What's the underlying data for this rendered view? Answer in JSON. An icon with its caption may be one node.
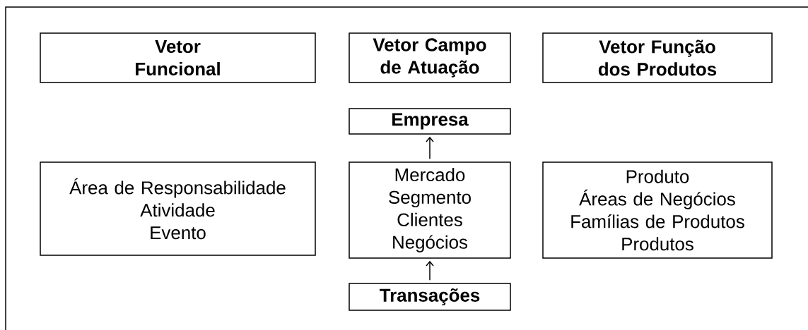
{
  "diagram": {
    "nodes": [
      {
        "text": [
          "Vetor Funcional"
        ]
      },
      {
        "text": [
          "Vetor Campo de Atuação"
        ]
      },
      {
        "text": [
          "Vetor Função dos Produtos"
        ]
      },
      {
        "text": [
          "Empresa"
        ]
      },
      {
        "text": [
          "Área de Responsabilidade",
          "Atividade",
          "Evento"
        ]
      },
      {
        "text": [
          "Mercado",
          "Segmento",
          "Clientes",
          "Negócios"
        ]
      },
      {
        "text": [
          "Produto",
          "Áreas de Negócios",
          "Famílias de Produtos",
          "Produtos"
        ]
      },
      {
        "text": [
          "Transações"
        ]
      }
    ],
    "edges": [
      {
        "from": 5,
        "to": 3,
        "arrow": "to"
      },
      {
        "from": 7,
        "to": 5,
        "arrow": "to"
      }
    ]
  }
}
